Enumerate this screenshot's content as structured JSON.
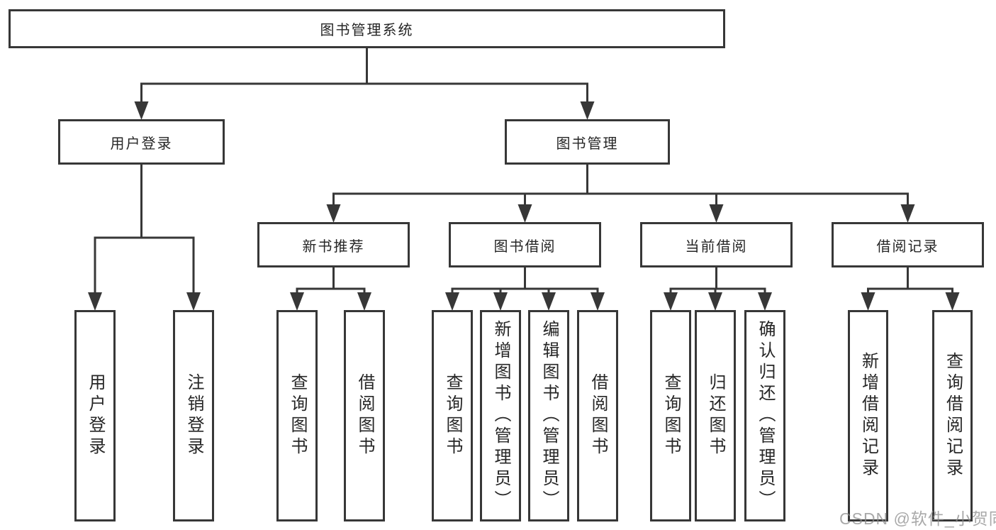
{
  "diagram": {
    "title": "图书管理系统",
    "line_color": "#373737",
    "text_color": "#262626",
    "background_color": "#ffffff",
    "nodes": [
      {
        "id": "root",
        "label": "图书管理系统"
      },
      {
        "id": "user-login",
        "label": "用户登录"
      },
      {
        "id": "book-mgmt",
        "label": "图书管理"
      },
      {
        "id": "new-book-rec",
        "label": "新书推荐"
      },
      {
        "id": "book-borrow",
        "label": "图书借阅"
      },
      {
        "id": "current-borrow",
        "label": "当前借阅"
      },
      {
        "id": "borrow-records",
        "label": "借阅记录"
      },
      {
        "id": "leaf-user-login",
        "label": "用户登录"
      },
      {
        "id": "leaf-logout",
        "label": "注销登录"
      },
      {
        "id": "leaf-rec-query",
        "label": "查询图书"
      },
      {
        "id": "leaf-rec-borrow",
        "label": "借阅图书"
      },
      {
        "id": "leaf-bb-query",
        "label": "查询图书"
      },
      {
        "id": "leaf-bb-add",
        "label": "新增图书（管理员）"
      },
      {
        "id": "leaf-bb-edit",
        "label": "编辑图书（管理员）"
      },
      {
        "id": "leaf-bb-borrow",
        "label": "借阅图书"
      },
      {
        "id": "leaf-cb-query",
        "label": "查询图书"
      },
      {
        "id": "leaf-cb-return",
        "label": "归还图书"
      },
      {
        "id": "leaf-cb-confirm",
        "label": "确认归还（管理员）"
      },
      {
        "id": "leaf-br-add",
        "label": "新增借阅记录"
      },
      {
        "id": "leaf-br-query",
        "label": "查询借阅记录"
      }
    ],
    "edges": [
      {
        "from": "root",
        "to": "user-login"
      },
      {
        "from": "root",
        "to": "book-mgmt"
      },
      {
        "from": "user-login",
        "to": "leaf-user-login"
      },
      {
        "from": "user-login",
        "to": "leaf-logout"
      },
      {
        "from": "book-mgmt",
        "to": "new-book-rec"
      },
      {
        "from": "book-mgmt",
        "to": "book-borrow"
      },
      {
        "from": "book-mgmt",
        "to": "current-borrow"
      },
      {
        "from": "book-mgmt",
        "to": "borrow-records"
      },
      {
        "from": "new-book-rec",
        "to": "leaf-rec-query"
      },
      {
        "from": "new-book-rec",
        "to": "leaf-rec-borrow"
      },
      {
        "from": "book-borrow",
        "to": "leaf-bb-query"
      },
      {
        "from": "book-borrow",
        "to": "leaf-bb-add"
      },
      {
        "from": "book-borrow",
        "to": "leaf-bb-edit"
      },
      {
        "from": "book-borrow",
        "to": "leaf-bb-borrow"
      },
      {
        "from": "current-borrow",
        "to": "leaf-cb-query"
      },
      {
        "from": "current-borrow",
        "to": "leaf-cb-return"
      },
      {
        "from": "current-borrow",
        "to": "leaf-cb-confirm"
      },
      {
        "from": "borrow-records",
        "to": "leaf-br-add"
      },
      {
        "from": "borrow-records",
        "to": "leaf-br-query"
      }
    ]
  },
  "watermark": {
    "text": "CSDN @软件_小贺同学"
  }
}
